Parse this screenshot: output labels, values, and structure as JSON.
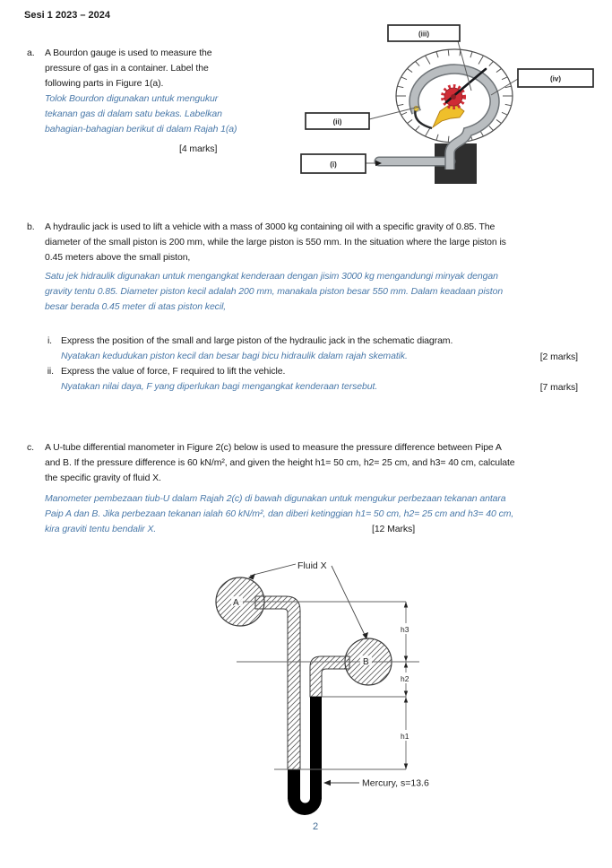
{
  "page": {
    "header": "Sesi 1 2023 – 2024",
    "number": "2"
  },
  "colors": {
    "malay_text": "#4a79a9",
    "gear_red": "#cf2b35",
    "sector_yellow": "#efbf2b",
    "tube_gray": "#b9bdc0",
    "block_dark": "#2f2f2f"
  },
  "question_a": {
    "label": "a.",
    "en_lines": [
      "A Bourdon gauge is used to measure the",
      "pressure of gas in a container. Label the",
      "following parts in Figure 1(a)."
    ],
    "ms_lines": [
      "Tolok Bourdon digunakan untuk mengukur",
      "tekanan gas di dalam satu bekas. Labelkan",
      "bahagian-bahagian berikut di dalam Rajah 1(a)"
    ],
    "marks": "[4 marks]",
    "figure": {
      "labels": {
        "i": "(i)",
        "ii": "(ii)",
        "iii": "(iii)",
        "iv": "(iv)"
      }
    }
  },
  "question_b": {
    "label": "b.",
    "en_lines": [
      "A hydraulic jack is used to lift a vehicle with a mass of 3000 kg containing oil with a specific gravity of 0.85. The",
      "diameter of the small piston is 200 mm, while the large piston is 550 mm. In the situation where the large piston is",
      "0.45 meters above the small piston,"
    ],
    "ms_lines": [
      "Satu jek hidraulik digunakan untuk mengangkat kenderaan dengan jisim 3000 kg mengandungi minyak dengan",
      "gravity tentu 0.85. Diameter piston kecil adalah 200 mm, manakala piston besar 550 mm. Dalam keadaan piston",
      "besar berada 0.45 meter di atas piston kecil,"
    ],
    "items": [
      {
        "label": "i.",
        "en": "Express the position of the small and large piston of the hydraulic jack in the schematic diagram.",
        "ms": "Nyatakan kedudukan piston kecil dan besar bagi bicu hidraulik dalam rajah skematik.",
        "marks": "[2 marks]"
      },
      {
        "label": "ii.",
        "en": "Express the value of force, F required to lift the vehicle.",
        "ms": "Nyatakan nilai daya, F yang diperlukan bagi mengangkat kenderaan  tersebut.",
        "marks": "[7 marks]"
      }
    ]
  },
  "question_c": {
    "label": "c.",
    "en_lines": [
      "A U-tube differential manometer in Figure 2(c) below is used to measure the pressure difference between Pipe A",
      "and B. If the pressure difference is 60 kN/m², and given the height h1= 50 cm, h2= 25 cm, and h3= 40 cm, calculate",
      "the specific gravity of fluid X."
    ],
    "ms_lines": [
      "Manometer pembezaan tiub-U dalam Rajah 2(c) di bawah digunakan untuk mengukur perbezaan tekanan antara",
      "Paip A dan B. Jika perbezaan tekanan ialah 60 kN/m², dan diberi ketinggian h1= 50 cm, h2= 25 cm and h3= 40 cm,",
      "kira graviti tentu bendalir X."
    ],
    "marks": "[12 Marks]",
    "figure": {
      "fluid_label": "Fluid X",
      "pipe_a_label": "A",
      "pipe_b_label": "B",
      "h1": "h1",
      "h2": "h2",
      "h3": "h3",
      "mercury_label": "Mercury, s=13.6"
    }
  }
}
